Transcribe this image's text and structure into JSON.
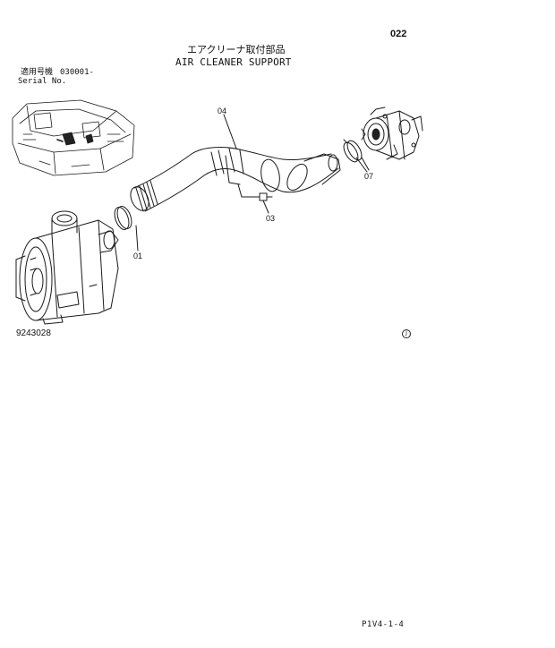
{
  "header": {
    "page_number": "022",
    "title_jp": "エアクリーナ取付部品",
    "title_en": "AIR CLEANER SUPPORT"
  },
  "serial": {
    "label_jp": "適用号機",
    "value": "030001-",
    "label_en": "Serial No."
  },
  "callouts": [
    {
      "id": "01",
      "label": "01"
    },
    {
      "id": "03",
      "label": "03"
    },
    {
      "id": "04",
      "label": "04"
    },
    {
      "id": "07",
      "label": "07"
    }
  ],
  "drawing_number": "9243028",
  "footer": "P1V4-1-4",
  "icons": {
    "revision_mark": "circled-letter-icon"
  }
}
